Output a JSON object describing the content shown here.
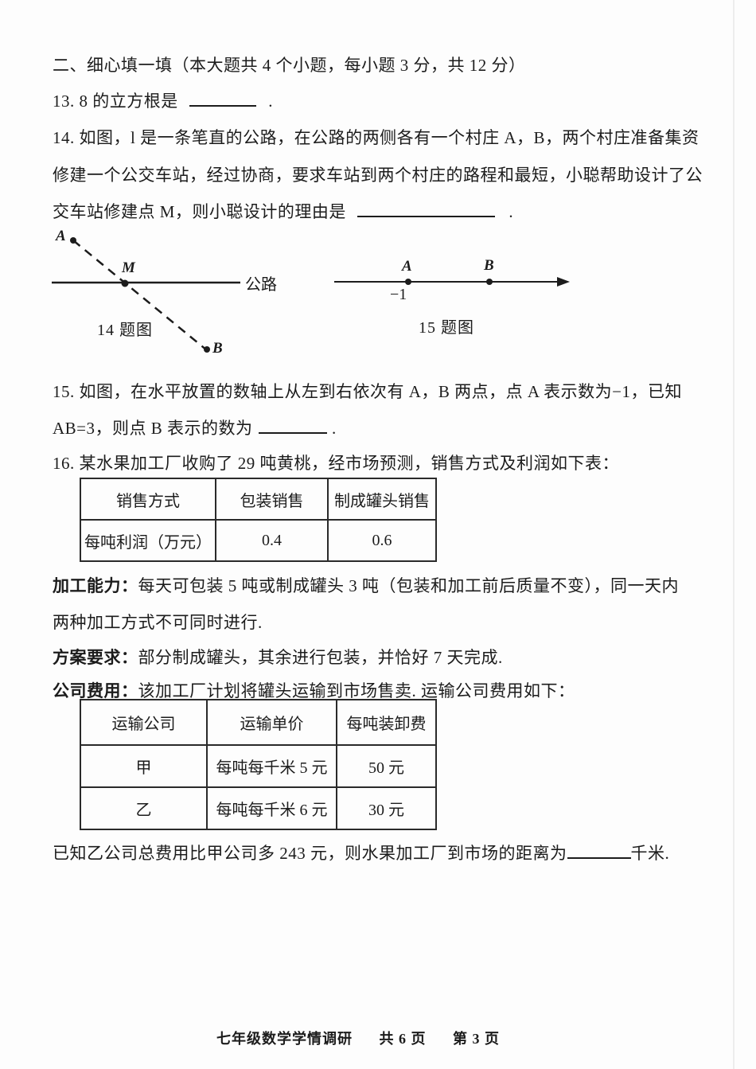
{
  "section_header": "二、细心填一填（本大题共 4 个小题，每小题 3 分，共 12 分）",
  "q13": {
    "prefix": "13. 8 的立方根是",
    "suffix": "."
  },
  "q14": {
    "line1": "14. 如图，l 是一条笔直的公路，在公路的两侧各有一个村庄 A，B，两个村庄准备集资",
    "line2": "修建一个公交车站，经过协商，要求车站到两个村庄的路程和最短，小聪帮助设计了公",
    "line3_prefix": "交车站修建点 M，则小聪设计的理由是",
    "line3_suffix": "."
  },
  "fig14": {
    "label_a": "A",
    "label_m": "M",
    "label_b": "B",
    "road_label": "公路",
    "caption": "14 题图"
  },
  "fig15": {
    "label_a": "A",
    "label_b": "B",
    "tick_label": "−1",
    "caption": "15 题图"
  },
  "q15": {
    "line1": "15. 如图，在水平放置的数轴上从左到右依次有 A，B 两点，点 A 表示数为−1，已知",
    "line2_prefix": "AB=3，则点 B 表示的数为",
    "line2_suffix": "."
  },
  "q16_intro": "16. 某水果加工厂收购了 29 吨黄桃，经市场预测，销售方式及利润如下表：",
  "table1": {
    "headers": [
      "销售方式",
      "包装销售",
      "制成罐头销售"
    ],
    "rows": [
      [
        "每吨利润（万元）",
        "0.4",
        "0.6"
      ]
    ]
  },
  "capacity": {
    "label": "加工能力：",
    "line1": "每天可包装 5 吨或制成罐头 3 吨（包装和加工前后质量不变），同一天内",
    "line2": "两种加工方式不可同时进行."
  },
  "plan": {
    "label": "方案要求：",
    "text": "部分制成罐头，其余进行包装，并恰好 7 天完成."
  },
  "company": {
    "label": "公司费用：",
    "text": "该加工厂计划将罐头运输到市场售卖. 运输公司费用如下："
  },
  "table2": {
    "headers": [
      "运输公司",
      "运输单价",
      "每吨装卸费"
    ],
    "rows": [
      [
        "甲",
        "每吨每千米 5 元",
        "50 元"
      ],
      [
        "乙",
        "每吨每千米 6 元",
        "30 元"
      ]
    ]
  },
  "q16_final": {
    "prefix": "已知乙公司总费用比甲公司多 243 元，则水果加工厂到市场的距离为",
    "suffix": "千米."
  },
  "footer": {
    "title": "七年级数学学情调研",
    "pages": "共 6 页",
    "page_no": "第 3 页"
  }
}
